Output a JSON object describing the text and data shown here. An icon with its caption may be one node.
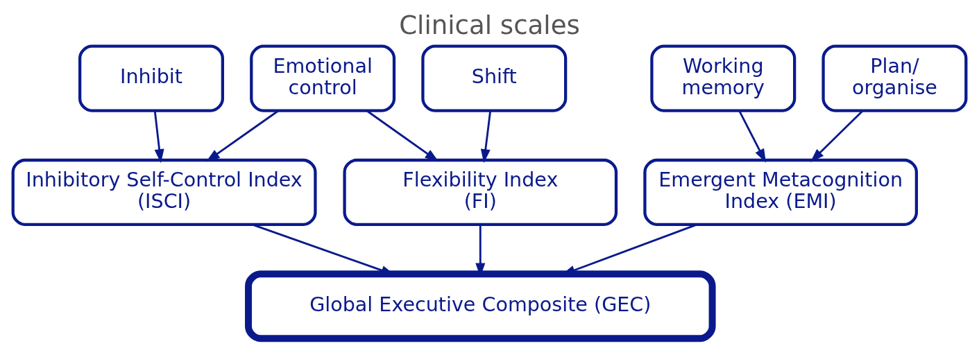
{
  "diagram": {
    "title": "Clinical scales",
    "nodes": [
      {
        "text": [
          "Inhibit"
        ]
      },
      {
        "text": [
          "Emotional control"
        ]
      },
      {
        "text": [
          "Shift"
        ]
      },
      {
        "text": [
          "Working memory"
        ]
      },
      {
        "text": [
          "Plan/ organise"
        ]
      },
      {
        "text": [
          "Inhibitory Self-Control Index (ISCI)"
        ]
      },
      {
        "text": [
          "Flexibility Index (FI)"
        ]
      },
      {
        "text": [
          "Emergent Metacognition Index (EMI)"
        ]
      },
      {
        "text": [
          "Global Executive Composite (GEC)"
        ]
      }
    ],
    "edges": [
      {
        "from": 0,
        "to": 5,
        "arrow": "to"
      },
      {
        "from": 1,
        "to": 5,
        "arrow": "to"
      },
      {
        "from": 1,
        "to": 6,
        "arrow": "to"
      },
      {
        "from": 2,
        "to": 6,
        "arrow": "to"
      },
      {
        "from": 3,
        "to": 7,
        "arrow": "to"
      },
      {
        "from": 4,
        "to": 7,
        "arrow": "to"
      },
      {
        "from": 5,
        "to": 8,
        "arrow": "to"
      },
      {
        "from": 6,
        "to": 8,
        "arrow": "to"
      },
      {
        "from": 7,
        "to": 8,
        "arrow": "to"
      }
    ]
  }
}
